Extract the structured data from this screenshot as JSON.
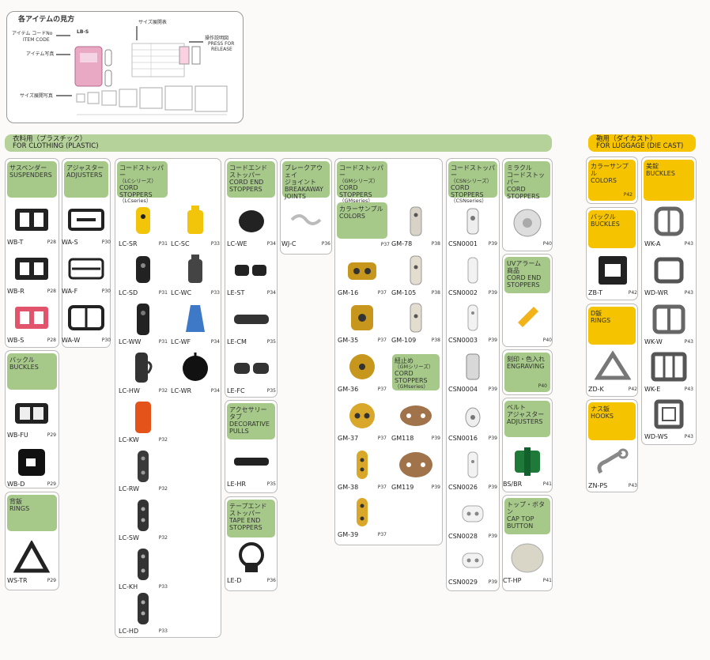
{
  "legend": {
    "title": "各アイテムの見方",
    "item_code_jp": "アイテム コードNo",
    "item_code_en": "ITEM CODE",
    "photo_label": "アイテム写真",
    "size_label": "サイズ展開表",
    "size_photo_label": "サイズ展開写真",
    "release_jp": "操作説明図",
    "release_en1": "PRESS FOR",
    "release_en2": "RELEASE",
    "sample_code": "LB-S"
  },
  "bands": {
    "clothing_jp": "衣料用（プラスチック）",
    "clothing_en": "FOR CLOTHING (PLASTIC)",
    "luggage_jp": "鞄用（ダイカスト）",
    "luggage_en": "FOR LUGGAGE (DIE CAST)"
  },
  "headers": {
    "suspenders": {
      "jp": "サスペンダー",
      "en": "SUSPENDERS"
    },
    "adjusters": {
      "jp": "アジャスター",
      "en": "ADJUSTERS"
    },
    "lc": {
      "jp": "コードストッパー",
      "s": "（LCシリーズ）",
      "en1": "CORD",
      "en2": "STOPPERS",
      "s2": "（LCseries）"
    },
    "cordend": {
      "jp1": "コードエンド",
      "jp2": "ストッパー",
      "en1": "CORD END",
      "en2": "STOPPERS"
    },
    "breakaway": {
      "jp1": "ブレークアウェイ",
      "jp2": "ジョイント",
      "en1": "BREAKAWAY",
      "en2": "JOINTS"
    },
    "gm": {
      "jp": "コードストッパー",
      "s": "（GMシリーズ）",
      "en1": "CORD",
      "en2": "STOPPERS",
      "s2": "（GMseries）"
    },
    "gm_color": {
      "jp": "カラーサンプル",
      "en": "COLORS",
      "p": "P37"
    },
    "csn": {
      "jp": "コードストッパー",
      "s": "（CSNシリーズ）",
      "en1": "CORD",
      "en2": "STOPPERS",
      "s2": "（CSNseries）"
    },
    "miracle": {
      "jp1": "ミラクル",
      "jp2": "コードストッパー",
      "en1": "CORD",
      "en2": "STOPPERS"
    },
    "uv": {
      "jp1": "UVアラーム",
      "jp2": "商品",
      "en1": "CORD END",
      "en2": "STOPPERS"
    },
    "engraving": {
      "jp": "刻印・色入れ",
      "en": "ENGRAVING",
      "p": "P40"
    },
    "belt": {
      "jp1": "ベルト",
      "jp2": "アジャスター",
      "en": "ADJUSTERS"
    },
    "cap": {
      "jp": "トップ・ボタン",
      "en1": "CAP TOP",
      "en2": "BUTTON"
    },
    "buckles_c": {
      "jp": "バックル",
      "en": "BUCKLES"
    },
    "rings_c": {
      "jp": "背鈑",
      "en": "RINGS"
    },
    "accessory": {
      "jp1": "アクセサリー",
      "jp2": "タブ",
      "en1": "DECORATIVE",
      "en2": "PULLS"
    },
    "tapeend": {
      "jp1": "テープエンド",
      "jp2": "ストッパー",
      "en1": "TAPE END",
      "en2": "STOPPERS"
    },
    "gm_sub": {
      "jp": "紐止め",
      "s": "（GMシリーズ）",
      "en1": "CORD",
      "en2": "STOPPERS",
      "s2": "（GMseries）"
    },
    "lug_color": {
      "jp": "カラーサンプル",
      "en": "COLORS",
      "p": "P42"
    },
    "lug_buckles_y": {
      "jp": "美錠",
      "en": "BUCKLES"
    },
    "lug_buckles": {
      "jp": "バックル",
      "en": "BUCKLES"
    },
    "lug_rings": {
      "jp": "D鈑",
      "en": "RINGS"
    },
    "lug_hooks": {
      "jp": "ナス鈑",
      "en": "HOOKS"
    }
  },
  "items": {
    "wb_t": {
      "code": "WB-T",
      "page": "P28"
    },
    "wb_r": {
      "code": "WB-R",
      "page": "P28"
    },
    "wb_s": {
      "code": "WB-S",
      "page": "P28"
    },
    "wb_fu": {
      "code": "WB-FU",
      "page": "P29"
    },
    "wb_d": {
      "code": "WB-D",
      "page": "P29"
    },
    "ws_tr": {
      "code": "WS-TR",
      "page": "P29"
    },
    "wa_s": {
      "code": "WA-S",
      "page": "P30"
    },
    "wa_f": {
      "code": "WA-F",
      "page": "P30"
    },
    "wa_w": {
      "code": "WA-W",
      "page": "P30"
    },
    "lc_sr": {
      "code": "LC-SR",
      "page": "P31"
    },
    "lc_sd": {
      "code": "LC-SD",
      "page": "P31"
    },
    "lc_ww": {
      "code": "LC-WW",
      "page": "P31"
    },
    "lc_hw": {
      "code": "LC-HW",
      "page": "P32"
    },
    "lc_kw": {
      "code": "LC-KW",
      "page": "P32"
    },
    "lc_rw": {
      "code": "LC-RW",
      "page": "P32"
    },
    "lc_sw": {
      "code": "LC-SW",
      "page": "P32"
    },
    "lc_kh": {
      "code": "LC-KH",
      "page": "P33"
    },
    "lc_hd": {
      "code": "LC-HD",
      "page": "P33"
    },
    "lc_sc": {
      "code": "LC-SC",
      "page": "P33"
    },
    "lc_wc": {
      "code": "LC-WC",
      "page": "P33"
    },
    "lc_wf": {
      "code": "LC-WF",
      "page": "P34"
    },
    "lc_wr": {
      "code": "LC-WR",
      "page": "P34"
    },
    "lc_we": {
      "code": "LC-WE",
      "page": "P34"
    },
    "le_st": {
      "code": "LE-ST",
      "page": "P34"
    },
    "le_cm": {
      "code": "LE-CM",
      "page": "P35"
    },
    "le_fc": {
      "code": "LE-FC",
      "page": "P35"
    },
    "le_hr": {
      "code": "LE-HR",
      "page": "P35"
    },
    "le_d": {
      "code": "LE-D",
      "page": "P36"
    },
    "wj_c": {
      "code": "WJ-C",
      "page": "P36"
    },
    "gm_16": {
      "code": "GM-16",
      "page": "P37"
    },
    "gm_35": {
      "code": "GM-35",
      "page": "P37"
    },
    "gm_36": {
      "code": "GM-36",
      "page": "P37"
    },
    "gm_37": {
      "code": "GM-37",
      "page": "P37"
    },
    "gm_38": {
      "code": "GM-38",
      "page": "P37"
    },
    "gm_39": {
      "code": "GM-39",
      "page": "P37"
    },
    "gm_78": {
      "code": "GM-78",
      "page": "P38"
    },
    "gm_105": {
      "code": "GM-105",
      "page": "P38"
    },
    "gm_109": {
      "code": "GM-109",
      "page": "P38"
    },
    "gm_118": {
      "code": "GM118",
      "page": "P39"
    },
    "gm_119": {
      "code": "GM119",
      "page": "P39"
    },
    "csn_1": {
      "code": "CSN0001",
      "page": "P39"
    },
    "csn_2": {
      "code": "CSN0002",
      "page": "P39"
    },
    "csn_3": {
      "code": "CSN0003",
      "page": "P39"
    },
    "csn_4": {
      "code": "CSN0004",
      "page": "P39"
    },
    "csn_16": {
      "code": "CSN0016",
      "page": "P39"
    },
    "csn_26": {
      "code": "CSN0026",
      "page": "P39"
    },
    "csn_28": {
      "code": "CSN0028",
      "page": "P39"
    },
    "csn_29": {
      "code": "CSN0029",
      "page": "P39"
    },
    "miracle_p": {
      "code": "",
      "page": "P40"
    },
    "uv_p": {
      "code": "",
      "page": "P40"
    },
    "bs_br": {
      "code": "BS/BR",
      "page": "P41"
    },
    "ct_hp": {
      "code": "CT-HP",
      "page": "P41"
    },
    "zb_t": {
      "code": "ZB-T",
      "page": "P42"
    },
    "zd_k": {
      "code": "ZD-K",
      "page": "P42"
    },
    "zn_ps": {
      "code": "ZN-PS",
      "page": "P43"
    },
    "wk_a": {
      "code": "WK-A",
      "page": "P43"
    },
    "wd_wr": {
      "code": "WD-WR",
      "page": "P43"
    },
    "wk_w": {
      "code": "WK-W",
      "page": "P43"
    },
    "wk_e": {
      "code": "WK-E",
      "page": "P43"
    },
    "wd_ws": {
      "code": "WD-WS",
      "page": "P43"
    }
  }
}
